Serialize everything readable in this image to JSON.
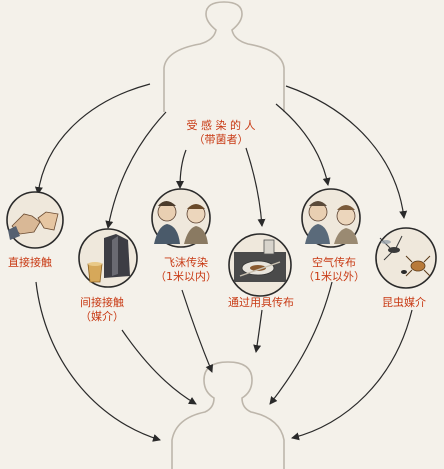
{
  "source": {
    "line1": "受 感 染 的 人",
    "line2": "（带菌者）"
  },
  "routes": {
    "direct_contact": "直接接触",
    "indirect_contact": {
      "line1": "间接接触",
      "line2": "（媒介）"
    },
    "droplet": {
      "line1": "飞沫传染",
      "line2": "（1米以内）"
    },
    "shared_utensils": "通过用具传布",
    "airborne": {
      "line1": "空气传布",
      "line2": "（1米以外）"
    },
    "insect_vector": "昆虫媒介"
  },
  "colors": {
    "background": "#f4f1ea",
    "label": "#c83a14",
    "arrow": "#2a2a2a",
    "silhouette": "#bdb6ab",
    "circle_fill": "#efe8dc"
  }
}
